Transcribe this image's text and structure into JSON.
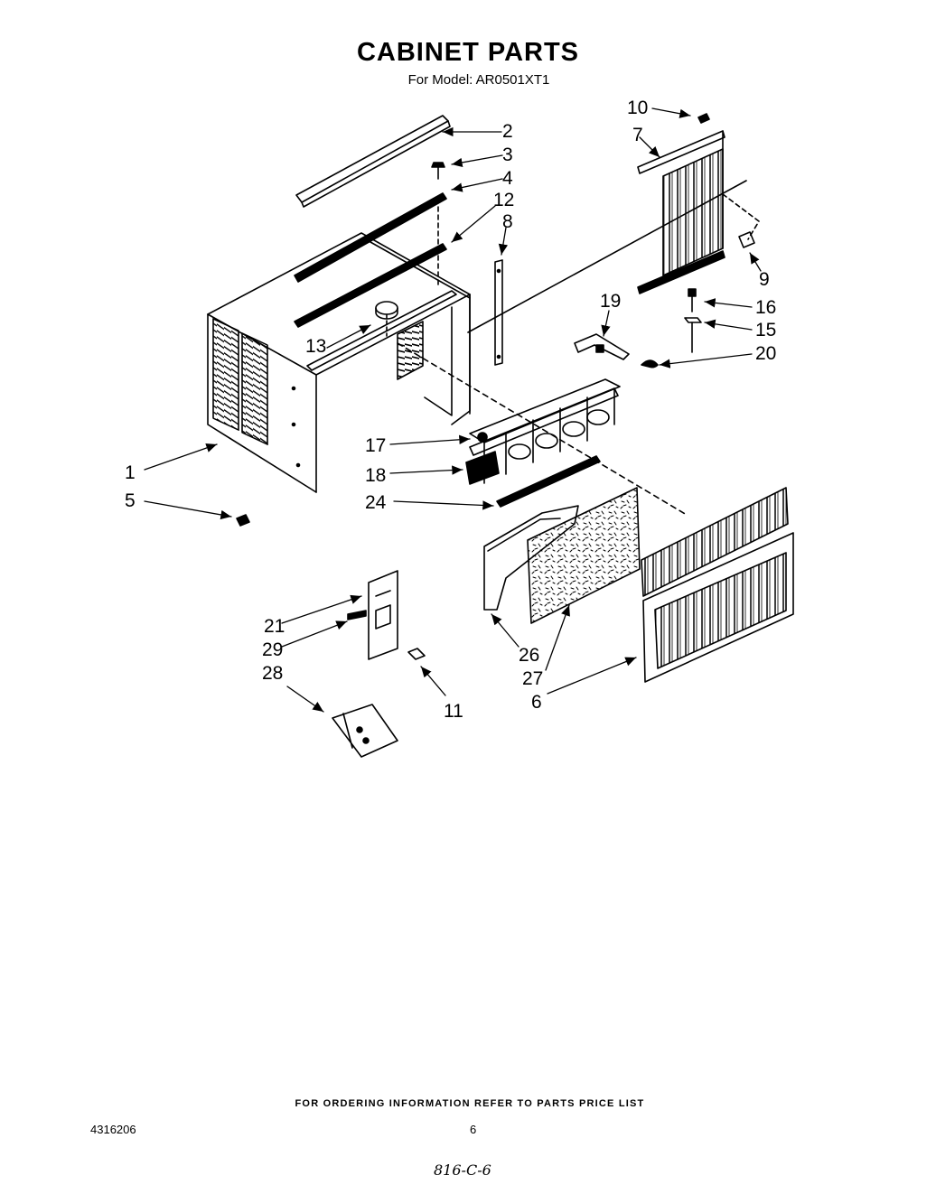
{
  "header": {
    "title": "CABINET PARTS",
    "subtitle": "For Model: AR0501XT1"
  },
  "callouts": [
    "1",
    "2",
    "3",
    "4",
    "5",
    "6",
    "7",
    "8",
    "9",
    "10",
    "11",
    "12",
    "13",
    "15",
    "16",
    "17",
    "18",
    "19",
    "20",
    "21",
    "24",
    "26",
    "27",
    "28",
    "29"
  ],
  "footer": {
    "ordering_note": "FOR ORDERING INFORMATION REFER TO PARTS PRICE LIST",
    "doc_number": "4316206",
    "page_number": "6",
    "handwritten": "816-C-6"
  }
}
